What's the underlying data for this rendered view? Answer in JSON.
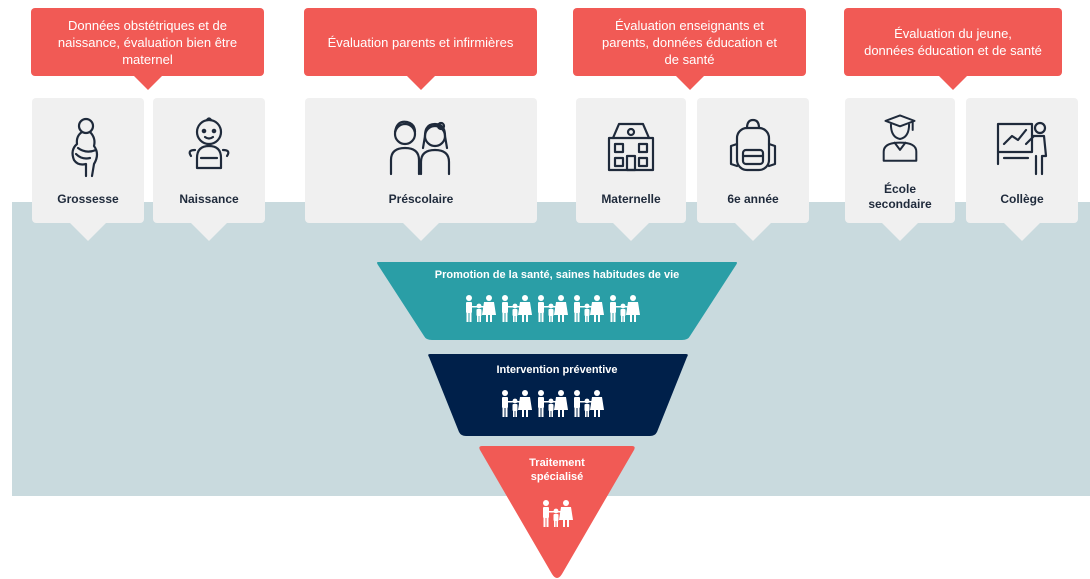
{
  "callouts": [
    {
      "line1": "Données obstétriques et de",
      "line2": "naissance, évaluation bien être",
      "line3": "maternel"
    },
    {
      "line1": "Évaluation parents et infirmières"
    },
    {
      "line1": "Évaluation enseignants et",
      "line2": "parents, données éducation et",
      "line3": "de santé"
    },
    {
      "line1": "Évaluation du jeune,",
      "line2": "données éducation et de santé"
    }
  ],
  "stages": [
    {
      "label": "Grossesse",
      "icon": "pregnant-woman-icon"
    },
    {
      "label": "Naissance",
      "icon": "baby-icon"
    },
    {
      "label": "Préscolaire",
      "icon": "two-children-icon"
    },
    {
      "label": "Maternelle",
      "icon": "school-building-icon"
    },
    {
      "label": "6e année",
      "icon": "backpack-icon"
    },
    {
      "label1": "École",
      "label2": "secondaire",
      "icon": "graduate-icon"
    },
    {
      "label": "Collège",
      "icon": "teacher-board-icon"
    }
  ],
  "tiers": [
    {
      "label": "Promotion de la santé, saines habitudes de vie",
      "color": "#2a9ea6",
      "people_icon": "family-group-icon",
      "groups": 5
    },
    {
      "label": "Intervention préventive",
      "color": "#00204a",
      "people_icon": "family-group-icon",
      "groups": 3
    },
    {
      "label1": "Traitement",
      "label2": "spécialisé",
      "color": "#f15a55",
      "people_icon": "family-group-icon",
      "groups": 1
    }
  ],
  "colors": {
    "accent": "#f15a55",
    "band": "#c9dade",
    "card": "#f0f0f0",
    "icon": "#1f2a3b"
  }
}
